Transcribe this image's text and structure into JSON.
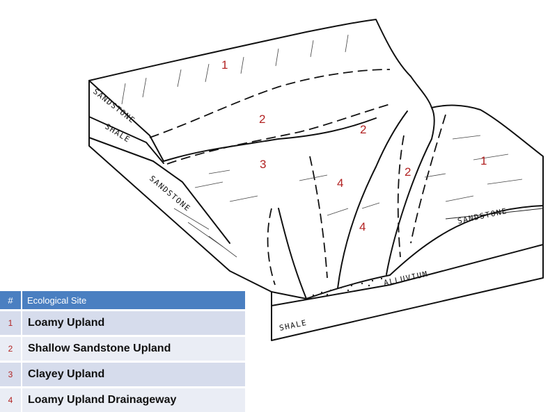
{
  "diagram": {
    "rock_labels": {
      "sandstone_upper": "SANDSTONE",
      "shale_upper": "SHALE",
      "sandstone_left": "SANDSTONE",
      "sandstone_right": "SANDSTONE",
      "alluvium": "ALLUVIUM",
      "shale_front": "SHALE"
    },
    "site_markers": [
      "1",
      "2",
      "3",
      "2",
      "1",
      "2",
      "4",
      "4"
    ]
  },
  "legend": {
    "header": {
      "num": "#",
      "site": "Ecological Site"
    },
    "rows": [
      {
        "num": "1",
        "site": "Loamy Upland"
      },
      {
        "num": "2",
        "site": "Shallow Sandstone Upland"
      },
      {
        "num": "3",
        "site": "Clayey Upland"
      },
      {
        "num": "4",
        "site": "Loamy Upland Drainageway"
      }
    ]
  }
}
